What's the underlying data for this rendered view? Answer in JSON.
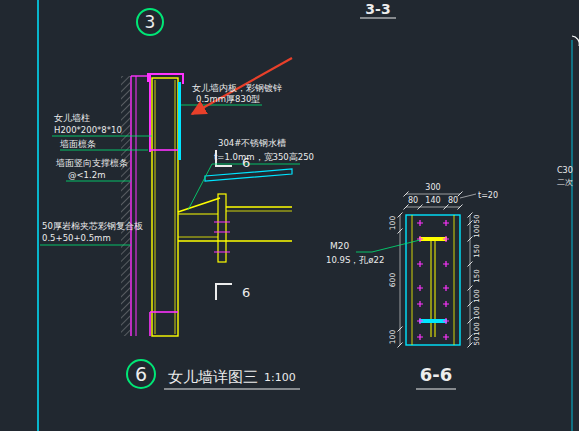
{
  "diagram": {
    "title": "女儿墙详图三",
    "nodes": [
      {
        "text": [
          "3"
        ]
      },
      {
        "text": [
          "6"
        ]
      }
    ],
    "labels": [
      "3-3",
      "女儿墙内板，彩钢镀锌",
      "0.5mm厚830型",
      "女儿墙柱",
      "H200*200*8*10",
      "墙面檩条",
      "304#不锈钢水槽",
      "t=1.0mm，宽350高250",
      "6",
      "墙面竖向支撑檩条",
      "@<1.2m",
      "300",
      "80",
      "140",
      "80",
      "t=20",
      "C30",
      "二次",
      "50厚岩棉夹芯彩钢复合板",
      "0.5+50+0.5mm",
      "M20",
      "10.9S，孔ø22",
      "100",
      "600",
      "100",
      "50",
      "100",
      "150",
      "150",
      "100",
      "100",
      "100",
      "50",
      "6",
      "1:100",
      "6-6"
    ]
  }
}
